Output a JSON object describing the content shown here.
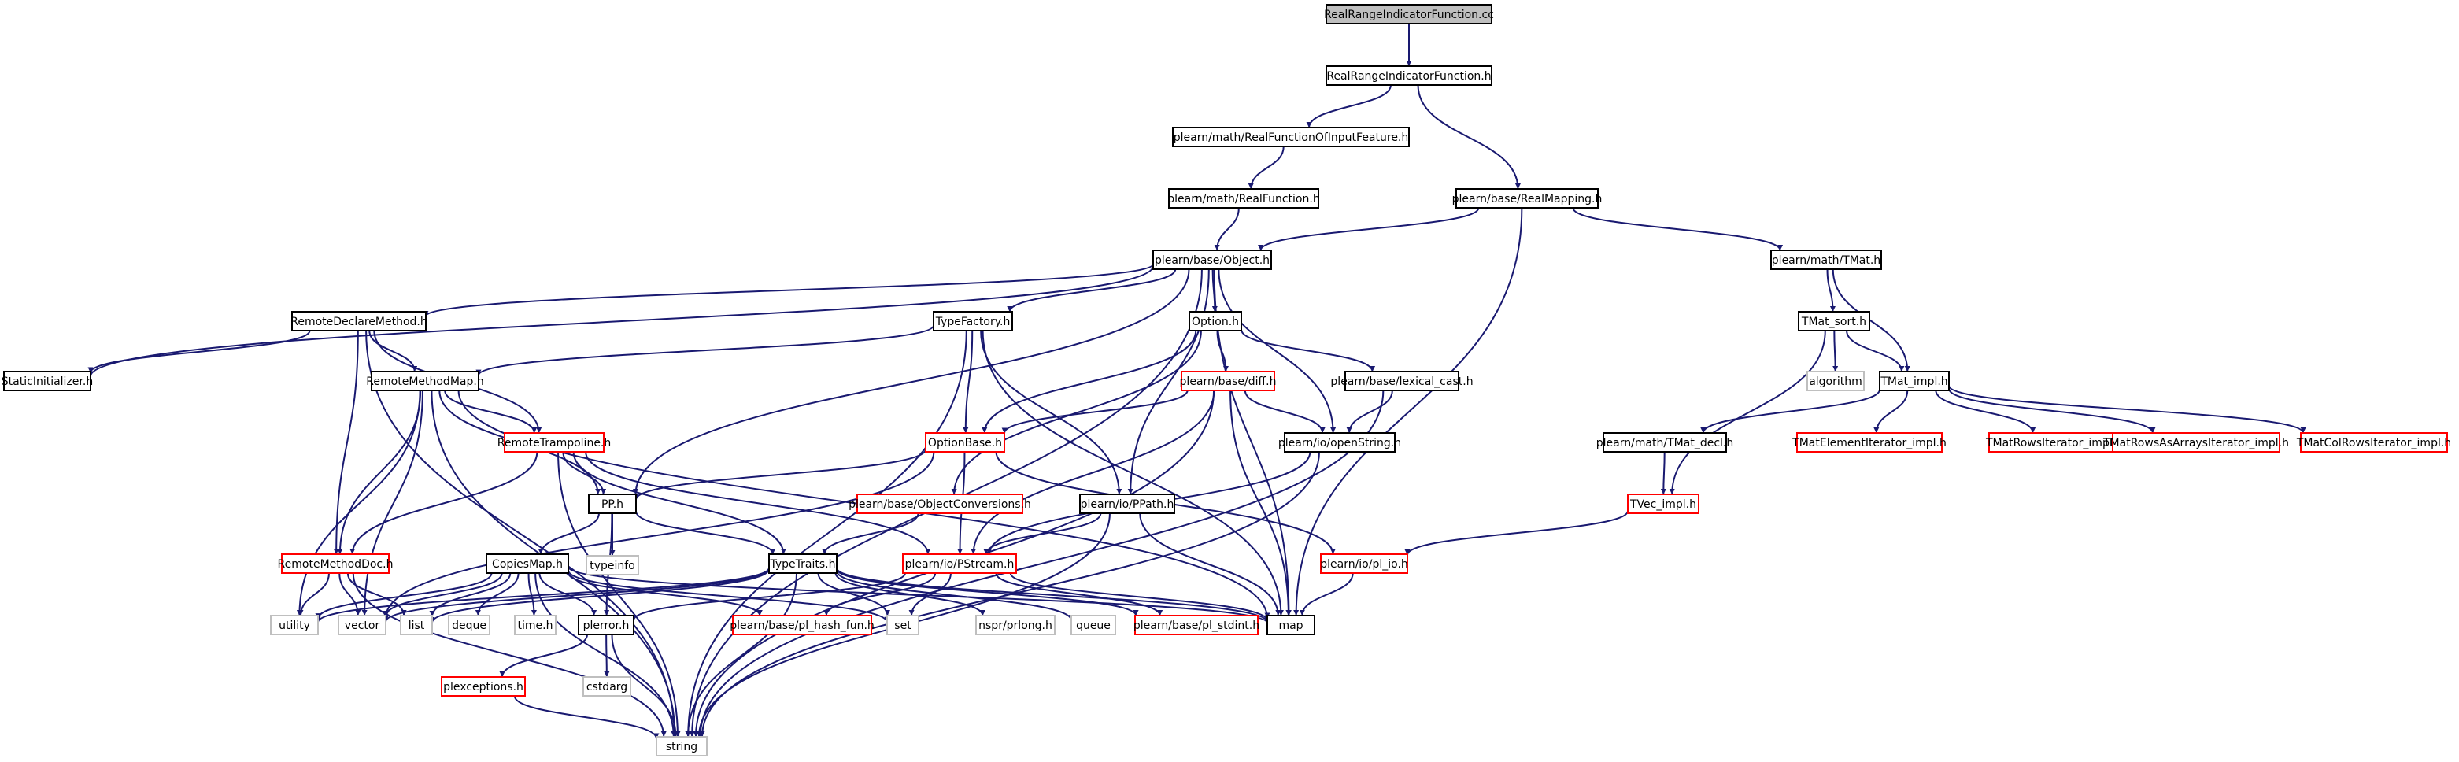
{
  "colors": {
    "edge": "#191970",
    "box_black": "#000000",
    "box_red": "#ff0000",
    "box_gray": "#bfbfbf",
    "root_fill": "#bfbfbf",
    "node_fill": "#ffffff",
    "text": "#000000"
  },
  "nodes": [
    {
      "id": "root",
      "label": "RealRangeIndicatorFunction.cc",
      "style": "root"
    },
    {
      "id": "rrif_h",
      "label": "RealRangeIndicatorFunction.h",
      "style": "black"
    },
    {
      "id": "rfoif",
      "label": "plearn/math/RealFunctionOfInputFeature.h",
      "style": "black"
    },
    {
      "id": "realfunc",
      "label": "plearn/math/RealFunction.h",
      "style": "black"
    },
    {
      "id": "realmap",
      "label": "plearn/base/RealMapping.h",
      "style": "black"
    },
    {
      "id": "object",
      "label": "plearn/base/Object.h",
      "style": "black"
    },
    {
      "id": "tmat",
      "label": "plearn/math/TMat.h",
      "style": "black"
    },
    {
      "id": "rdm",
      "label": "RemoteDeclareMethod.h",
      "style": "black"
    },
    {
      "id": "typefactory",
      "label": "TypeFactory.h",
      "style": "black"
    },
    {
      "id": "option",
      "label": "Option.h",
      "style": "black"
    },
    {
      "id": "tmatsort",
      "label": "TMat_sort.h",
      "style": "black"
    },
    {
      "id": "staticinit",
      "label": "StaticInitializer.h",
      "style": "black"
    },
    {
      "id": "rmm",
      "label": "RemoteMethodMap.h",
      "style": "black"
    },
    {
      "id": "diff",
      "label": "plearn/base/diff.h",
      "style": "red"
    },
    {
      "id": "lexcast",
      "label": "plearn/base/lexical_cast.h",
      "style": "black"
    },
    {
      "id": "algorithm",
      "label": "algorithm",
      "style": "gray"
    },
    {
      "id": "tmatimpl",
      "label": "TMat_impl.h",
      "style": "black"
    },
    {
      "id": "remotetramp",
      "label": "RemoteTrampoline.h",
      "style": "red"
    },
    {
      "id": "optionbase",
      "label": "OptionBase.h",
      "style": "red"
    },
    {
      "id": "openstring",
      "label": "plearn/io/openString.h",
      "style": "black"
    },
    {
      "id": "tmatdecl",
      "label": "plearn/math/TMat_decl.h",
      "style": "black"
    },
    {
      "id": "tmei",
      "label": "TMatElementIterator_impl.h",
      "style": "red"
    },
    {
      "id": "tmri",
      "label": "TMatRowsIterator_impl.h",
      "style": "red"
    },
    {
      "id": "tmrai",
      "label": "TMatRowsAsArraysIterator_impl.h",
      "style": "red"
    },
    {
      "id": "tmci",
      "label": "TMatColRowsIterator_impl.h",
      "style": "red"
    },
    {
      "id": "pp",
      "label": "PP.h",
      "style": "black"
    },
    {
      "id": "objconv",
      "label": "plearn/base/ObjectConversions.h",
      "style": "red"
    },
    {
      "id": "ppath",
      "label": "plearn/io/PPath.h",
      "style": "black"
    },
    {
      "id": "tvecimpl",
      "label": "TVec_impl.h",
      "style": "red"
    },
    {
      "id": "typeinfo",
      "label": "typeinfo",
      "style": "gray"
    },
    {
      "id": "rmdoc",
      "label": "RemoteMethodDoc.h",
      "style": "red"
    },
    {
      "id": "copiesmap",
      "label": "CopiesMap.h",
      "style": "black"
    },
    {
      "id": "typetraits",
      "label": "TypeTraits.h",
      "style": "black"
    },
    {
      "id": "pstream",
      "label": "plearn/io/PStream.h",
      "style": "red"
    },
    {
      "id": "plio",
      "label": "plearn/io/pl_io.h",
      "style": "red"
    },
    {
      "id": "utility",
      "label": "utility",
      "style": "gray"
    },
    {
      "id": "vector",
      "label": "vector",
      "style": "gray"
    },
    {
      "id": "list",
      "label": "list",
      "style": "gray"
    },
    {
      "id": "deque",
      "label": "deque",
      "style": "gray"
    },
    {
      "id": "timeh",
      "label": "time.h",
      "style": "gray"
    },
    {
      "id": "plerror",
      "label": "plerror.h",
      "style": "black"
    },
    {
      "id": "hashfun",
      "label": "plearn/base/pl_hash_fun.h",
      "style": "red"
    },
    {
      "id": "set",
      "label": "set",
      "style": "gray"
    },
    {
      "id": "prlong",
      "label": "nspr/prlong.h",
      "style": "gray"
    },
    {
      "id": "queue",
      "label": "queue",
      "style": "gray"
    },
    {
      "id": "stdint",
      "label": "plearn/base/pl_stdint.h",
      "style": "red"
    },
    {
      "id": "map",
      "label": "map",
      "style": "black"
    },
    {
      "id": "plexceptions",
      "label": "plexceptions.h",
      "style": "red"
    },
    {
      "id": "cstdarg",
      "label": "cstdarg",
      "style": "gray"
    },
    {
      "id": "string",
      "label": "string",
      "style": "gray"
    }
  ],
  "edges": [
    [
      "root",
      "rrif_h"
    ],
    [
      "rrif_h",
      "rfoif"
    ],
    [
      "rrif_h",
      "realmap"
    ],
    [
      "rfoif",
      "realfunc"
    ],
    [
      "realfunc",
      "object"
    ],
    [
      "realmap",
      "object"
    ],
    [
      "realmap",
      "tmat"
    ],
    [
      "realmap",
      "map"
    ],
    [
      "object",
      "rdm"
    ],
    [
      "object",
      "typefactory"
    ],
    [
      "object",
      "option"
    ],
    [
      "object",
      "staticinit"
    ],
    [
      "object",
      "pp"
    ],
    [
      "object",
      "ppath"
    ],
    [
      "object",
      "openstring"
    ],
    [
      "object",
      "map"
    ],
    [
      "object",
      "string"
    ],
    [
      "tmat",
      "tmatsort"
    ],
    [
      "tmat",
      "tmatimpl"
    ],
    [
      "rdm",
      "staticinit"
    ],
    [
      "rdm",
      "rmm"
    ],
    [
      "rdm",
      "remotetramp"
    ],
    [
      "rdm",
      "rmdoc"
    ],
    [
      "rdm",
      "string"
    ],
    [
      "typefactory",
      "rmm"
    ],
    [
      "typefactory",
      "optionbase"
    ],
    [
      "typefactory",
      "ppath"
    ],
    [
      "typefactory",
      "map"
    ],
    [
      "typefactory",
      "string"
    ],
    [
      "option",
      "diff"
    ],
    [
      "option",
      "lexcast"
    ],
    [
      "option",
      "optionbase"
    ],
    [
      "option",
      "objconv"
    ],
    [
      "tmatsort",
      "algorithm"
    ],
    [
      "tmatsort",
      "tmatimpl"
    ],
    [
      "tmatsort",
      "tvecimpl"
    ],
    [
      "rmm",
      "remotetramp"
    ],
    [
      "rmm",
      "pp"
    ],
    [
      "rmm",
      "rmdoc"
    ],
    [
      "rmm",
      "vector"
    ],
    [
      "rmm",
      "map"
    ],
    [
      "rmm",
      "string"
    ],
    [
      "rmm",
      "utility"
    ],
    [
      "diff",
      "optionbase"
    ],
    [
      "diff",
      "openstring"
    ],
    [
      "diff",
      "pstream"
    ],
    [
      "diff",
      "map"
    ],
    [
      "diff",
      "string"
    ],
    [
      "lexcast",
      "openstring"
    ],
    [
      "lexcast",
      "string"
    ],
    [
      "tmatimpl",
      "tmatdecl"
    ],
    [
      "tmatimpl",
      "tmei"
    ],
    [
      "tmatimpl",
      "tmri"
    ],
    [
      "tmatimpl",
      "tmrai"
    ],
    [
      "tmatimpl",
      "tmci"
    ],
    [
      "remotetramp",
      "pp"
    ],
    [
      "remotetramp",
      "rmdoc"
    ],
    [
      "remotetramp",
      "typetraits"
    ],
    [
      "remotetramp",
      "pstream"
    ],
    [
      "remotetramp",
      "string"
    ],
    [
      "optionbase",
      "pp"
    ],
    [
      "optionbase",
      "pstream"
    ],
    [
      "optionbase",
      "plio"
    ],
    [
      "optionbase",
      "vector"
    ],
    [
      "openstring",
      "pstream"
    ],
    [
      "openstring",
      "string"
    ],
    [
      "tmatdecl",
      "tvecimpl"
    ],
    [
      "pp",
      "copiesmap"
    ],
    [
      "pp",
      "typeinfo"
    ],
    [
      "pp",
      "typetraits"
    ],
    [
      "pp",
      "plerror"
    ],
    [
      "objconv",
      "typetraits"
    ],
    [
      "ppath",
      "pstream"
    ],
    [
      "ppath",
      "map"
    ],
    [
      "ppath",
      "string"
    ],
    [
      "tvecimpl",
      "plio"
    ],
    [
      "rmdoc",
      "utility"
    ],
    [
      "rmdoc",
      "vector"
    ],
    [
      "rmdoc",
      "list"
    ],
    [
      "rmdoc",
      "string"
    ],
    [
      "copiesmap",
      "utility"
    ],
    [
      "copiesmap",
      "vector"
    ],
    [
      "copiesmap",
      "list"
    ],
    [
      "copiesmap",
      "deque"
    ],
    [
      "copiesmap",
      "timeh"
    ],
    [
      "copiesmap",
      "plerror"
    ],
    [
      "copiesmap",
      "hashfun"
    ],
    [
      "copiesmap",
      "set"
    ],
    [
      "copiesmap",
      "map"
    ],
    [
      "copiesmap",
      "string"
    ],
    [
      "typetraits",
      "utility"
    ],
    [
      "typetraits",
      "vector"
    ],
    [
      "typetraits",
      "list"
    ],
    [
      "typetraits",
      "set"
    ],
    [
      "typetraits",
      "prlong"
    ],
    [
      "typetraits",
      "queue"
    ],
    [
      "typetraits",
      "stdint"
    ],
    [
      "typetraits",
      "map"
    ],
    [
      "typetraits",
      "string"
    ],
    [
      "pstream",
      "plerror"
    ],
    [
      "pstream",
      "hashfun"
    ],
    [
      "pstream",
      "stdint"
    ],
    [
      "pstream",
      "map"
    ],
    [
      "pstream",
      "set"
    ],
    [
      "plio",
      "map"
    ],
    [
      "plerror",
      "plexceptions"
    ],
    [
      "plerror",
      "cstdarg"
    ],
    [
      "plerror",
      "string"
    ],
    [
      "plexceptions",
      "string"
    ]
  ]
}
